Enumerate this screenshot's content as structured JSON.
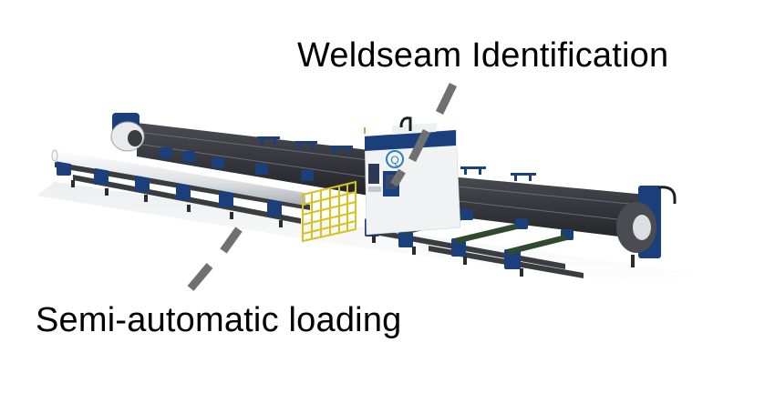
{
  "image": {
    "subject": "Laser tube cutting machine with loading rack",
    "background_color": "#ffffff"
  },
  "callouts": [
    {
      "id": "weldseam",
      "text": "Weldseam Identification",
      "leader_style": "dashed",
      "leader_color": "#707070"
    },
    {
      "id": "loading",
      "text": "Semi-automatic loading",
      "leader_style": "dashed",
      "leader_color": "#707070"
    }
  ],
  "machine": {
    "brand_logo_letter": "Q",
    "colors": {
      "frame_blue": "#1b3f7a",
      "beam_dark": "#2e2f33",
      "cabinet_white": "#f1f2f4",
      "safety_fence_yellow": "#d8c21f",
      "pipe_white": "#e6e8ea"
    }
  }
}
